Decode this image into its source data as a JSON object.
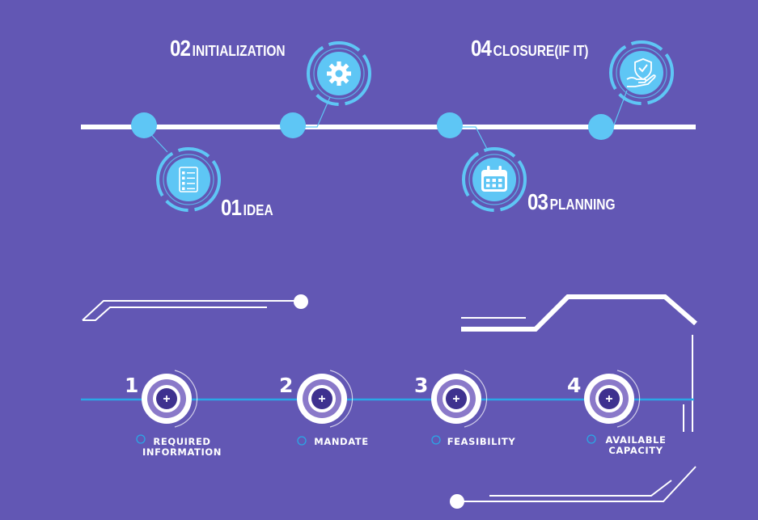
{
  "phases": [
    {
      "number": "01",
      "label": "IDEA",
      "icon": "document-checklist-icon"
    },
    {
      "number": "02",
      "label": "INITIALIZATION",
      "icon": "gear-icon"
    },
    {
      "number": "03",
      "label": "PLANNING",
      "icon": "calendar-icon"
    },
    {
      "number": "04",
      "label": "CLOSURE(IF IT)",
      "icon": "hand-shield-icon"
    }
  ],
  "steps": [
    {
      "number": "1",
      "label_lines": [
        "REQUIRED",
        "INFORMATION"
      ]
    },
    {
      "number": "2",
      "label_lines": [
        "MANDATE"
      ]
    },
    {
      "number": "3",
      "label_lines": [
        "FEASIBILITY"
      ]
    },
    {
      "number": "4",
      "label_lines": [
        "AVAILABLE",
        "CAPACITY"
      ]
    }
  ],
  "colors": {
    "background": "#6257b4",
    "accent_blue": "#5ec6f5",
    "line_white": "#ffffff",
    "step_ring": "#8a79c9"
  }
}
